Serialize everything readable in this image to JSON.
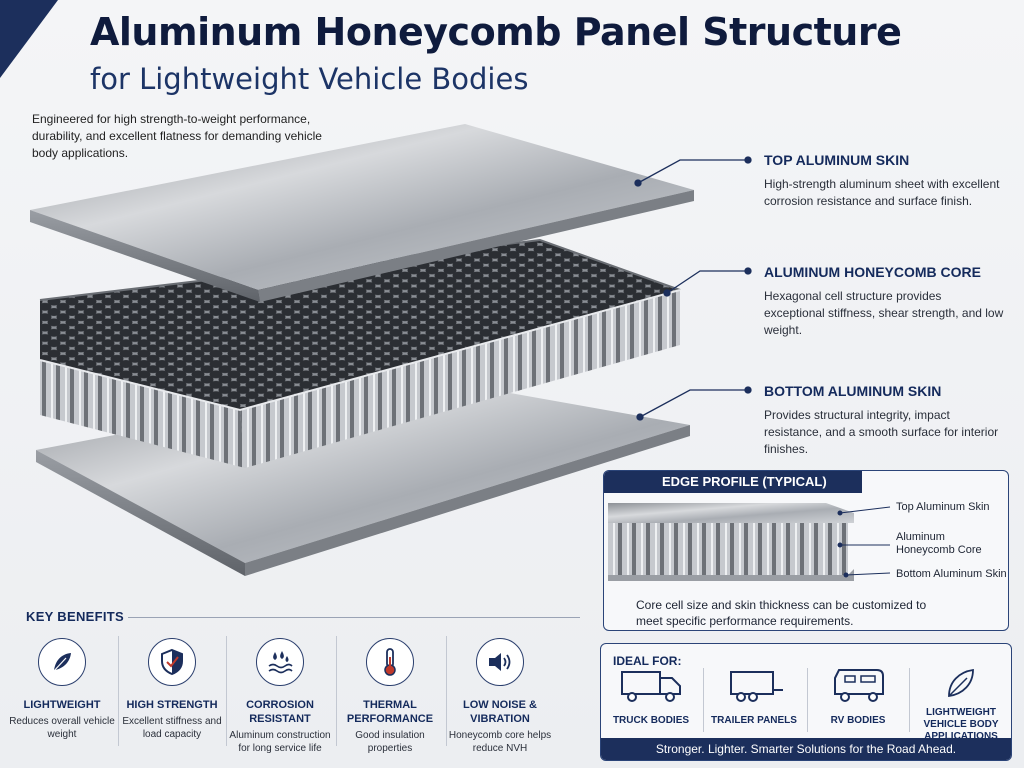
{
  "header": {
    "title": "Aluminum Honeycomb Panel Structure",
    "subtitle": "for Lightweight Vehicle Bodies",
    "intro": "Engineered for high strength-to-weight performance, durability, and excellent flatness for demanding vehicle body applications."
  },
  "callouts": [
    {
      "title": "TOP ALUMINUM SKIN",
      "desc": "High-strength aluminum sheet with excellent corrosion resistance and surface finish."
    },
    {
      "title": "ALUMINUM HONEYCOMB CORE",
      "desc": "Hexagonal cell structure provides exceptional stiffness, shear strength, and low weight."
    },
    {
      "title": "BOTTOM ALUMINUM SKIN",
      "desc": "Provides structural integrity, impact resistance, and a smooth surface for interior finishes."
    }
  ],
  "edge_profile": {
    "title": "EDGE PROFILE (TYPICAL)",
    "labels": [
      "Top Aluminum Skin",
      "Aluminum Honeycomb Core",
      "Bottom Aluminum Skin"
    ],
    "note": "Core cell size and skin thickness can be customized to meet specific performance requirements."
  },
  "benefits": {
    "title": "KEY BENEFITS",
    "items": [
      {
        "title": "LIGHTWEIGHT",
        "desc": "Reduces overall vehicle weight",
        "icon": "feather-icon"
      },
      {
        "title": "HIGH STRENGTH",
        "desc": "Excellent stiffness and load capacity",
        "icon": "shield-icon"
      },
      {
        "title": "CORROSION RESISTANT",
        "desc": "Aluminum construction for long service life",
        "icon": "water-drops-icon"
      },
      {
        "title": "THERMAL PERFORMANCE",
        "desc": "Good insulation properties",
        "icon": "thermometer-icon"
      },
      {
        "title": "LOW NOISE & VIBRATION",
        "desc": "Honeycomb core helps reduce NVH",
        "icon": "speaker-icon"
      }
    ]
  },
  "ideal_for": {
    "title": "IDEAL FOR:",
    "items": [
      {
        "label": "TRUCK BODIES",
        "icon": "truck-icon"
      },
      {
        "label": "TRAILER PANELS",
        "icon": "trailer-icon"
      },
      {
        "label": "RV BODIES",
        "icon": "rv-icon"
      },
      {
        "label": "LIGHTWEIGHT VEHICLE BODY APPLICATIONS",
        "icon": "leaf-icon"
      }
    ],
    "tagline": "Stronger. Lighter. Smarter Solutions for the Road Ahead."
  },
  "colors": {
    "navy": "#1c2f5c",
    "text_navy": "#142a5c",
    "metal": "#b9bdc3"
  }
}
